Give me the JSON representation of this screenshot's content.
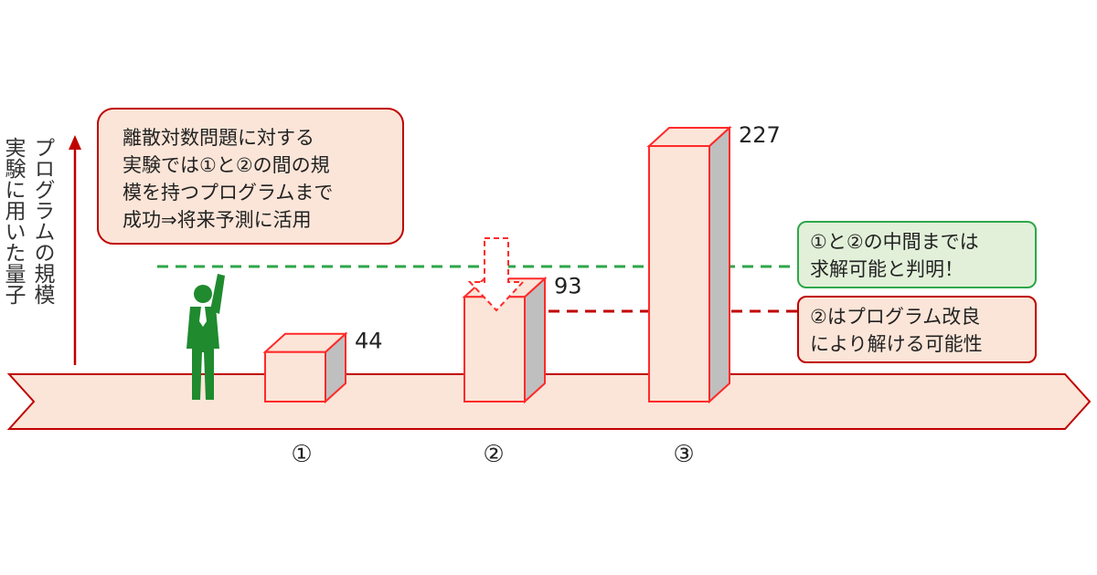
{
  "y_axis_label": [
    "実験に用いた量子",
    "プログラムの規模"
  ],
  "bars": [
    {
      "category": "①",
      "value": 44
    },
    {
      "category": "②",
      "value": 93
    },
    {
      "category": "③",
      "value": 227
    }
  ],
  "callouts": {
    "experiment": [
      "離散対数問題に対する",
      "実験では①と②の間の規",
      "模を持つプログラムまで",
      "成功⇒将来予測に活用"
    ],
    "solvable": [
      "①と②の中間までは",
      "求解可能と判明！"
    ],
    "improve": [
      "②はプログラム改良",
      "により解ける可能性"
    ]
  },
  "colors": {
    "bar_fill": "#fbe5d8",
    "bar_stroke": "#ff2a2a",
    "bar_side": "#bfbfbf",
    "ribbon": "#fbe5d8",
    "ribbon_stroke": "#c00000",
    "axis_arrow": "#c00000",
    "green_dashed": "#2ea64a",
    "red_dashed": "#c00000",
    "figure": "#1f8a2e"
  },
  "icons": {
    "person": "businessman-pointing-up-icon",
    "arrow": "down-arrow-icon"
  }
}
